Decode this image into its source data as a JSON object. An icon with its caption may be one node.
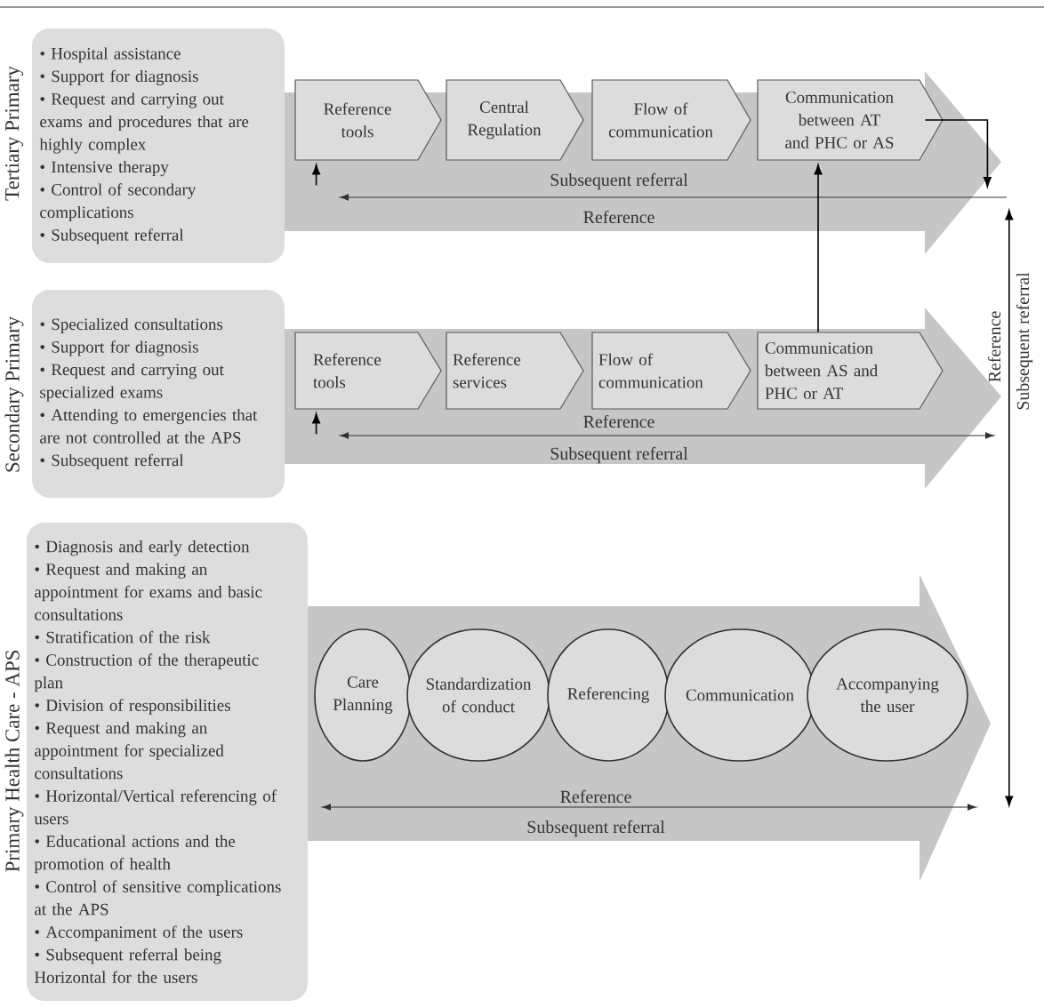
{
  "diagram": {
    "nodes": [
      {
        "text": [
          "Tertiary Primary",
          "• Hospital assistance",
          "• Support for diagnosis",
          "• Request and carrying out exams and procedures that are highly complex",
          "• Intensive therapy",
          "• Control of secondary complications",
          "• Subsequent referral"
        ]
      },
      {
        "text": [],
        "shape": "arrow"
      },
      {
        "text": [
          "Reference tools"
        ],
        "in": 1
      },
      {
        "text": [
          "Central Regulation"
        ],
        "in": 1
      },
      {
        "text": [
          "Flow of communication"
        ],
        "in": 1
      },
      {
        "text": [
          "Communication between AT and PHC or AS"
        ],
        "in": 1
      },
      {
        "text": [
          "Secondary Primary",
          "• Specialized consultations",
          "• Support for diagnosis",
          "• Request and carrying out specialized exams",
          "• Attending to emergencies that are not controlled at the APS",
          "• Subsequent referral"
        ]
      },
      {
        "text": [],
        "shape": "arrow"
      },
      {
        "text": [
          "Reference tools"
        ],
        "in": 7
      },
      {
        "text": [
          "Reference services"
        ],
        "in": 7
      },
      {
        "text": [
          "Flow of communication"
        ],
        "in": 7
      },
      {
        "text": [
          "Communication between AS and PHC or AT"
        ],
        "in": 7
      },
      {
        "text": [
          "Primary Health Care - APS",
          "• Diagnosis and early detection",
          "• Request and making an appointment for exams and basic consultations",
          "• Stratification of the risk",
          "• Construction of the therapeutic plan",
          "• Division of responsibilities",
          "• Request and making an appointment for specialized consultations",
          "• Horizontal/Vertical referencing of users",
          "• Educational actions and the promotion of health",
          "• Control of sensitive complications at the APS",
          "• Accompaniment of the users",
          "• Subsequent referral being Horizontal for the users"
        ]
      },
      {
        "text": [],
        "shape": "arrow"
      },
      {
        "text": [
          "Care Planning"
        ],
        "in": 13
      },
      {
        "text": [
          "Standardization of conduct"
        ],
        "in": 13
      },
      {
        "text": [
          "Referencing"
        ],
        "in": 13
      },
      {
        "text": [
          "Communication"
        ],
        "in": 13
      },
      {
        "text": [
          "Accompanying the user"
        ],
        "in": 13
      }
    ],
    "edges": [
      {
        "from": null,
        "to": 2,
        "arrow": "to"
      },
      {
        "from": 5,
        "to": null,
        "arrow": "to"
      },
      {
        "from": 11,
        "to": 5,
        "arrow": "to"
      },
      {
        "from": null,
        "to": 8,
        "arrow": "to"
      },
      {
        "from": 1,
        "to": 13,
        "arrow": "both"
      }
    ],
    "labels": [
      "Subsequent referral",
      "Reference",
      "Reference",
      "Subsequent referral",
      "Reference",
      "Subsequent referral",
      "Reference",
      "Subsequent referral"
    ]
  }
}
